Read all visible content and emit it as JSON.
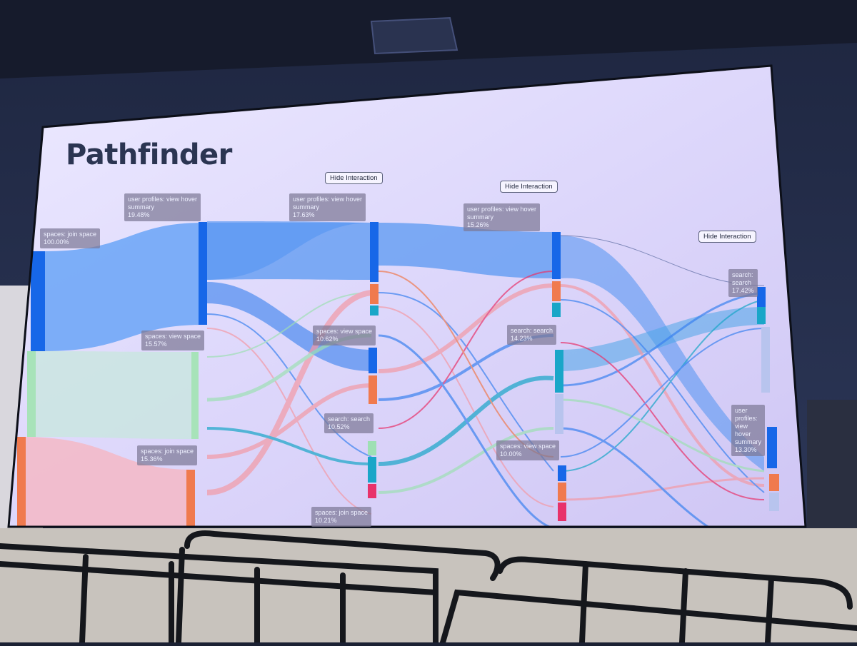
{
  "slide": {
    "title": "Pathfinder"
  },
  "buttons": {
    "hide_interaction_1": "Hide Interaction",
    "hide_interaction_2": "Hide Interaction",
    "hide_interaction_3": "Hide Interaction"
  },
  "nodes": {
    "n1": "spaces: join space\n100.00%",
    "n2": "user profiles: view hover\nsummary\n19.48%",
    "n3": "spaces: view space\n15.57%",
    "n4": "spaces: join space\n15.36%",
    "n5": "user profiles: view hover\nsummary\n17.63%",
    "n6": "spaces: view space\n10.62%",
    "n7": "search: search\n10.52%",
    "n8": "spaces: join space\n10.21%",
    "n9": "user profiles: view hover\nsummary\n15.26%",
    "n10": "search: search\n14.23%",
    "n11": "spaces: view space\n10.00%",
    "n12": "search:\nsearch\n17.42%",
    "n13": "user\nprofiles:\nview\nhover\nsummary\n13.30%"
  },
  "colors": {
    "blue": "#3b82f0",
    "green": "#9ee0b4",
    "pink": "#f39aa6",
    "orange": "#f07a4e",
    "teal": "#19a6c8",
    "red": "#e8326a"
  }
}
